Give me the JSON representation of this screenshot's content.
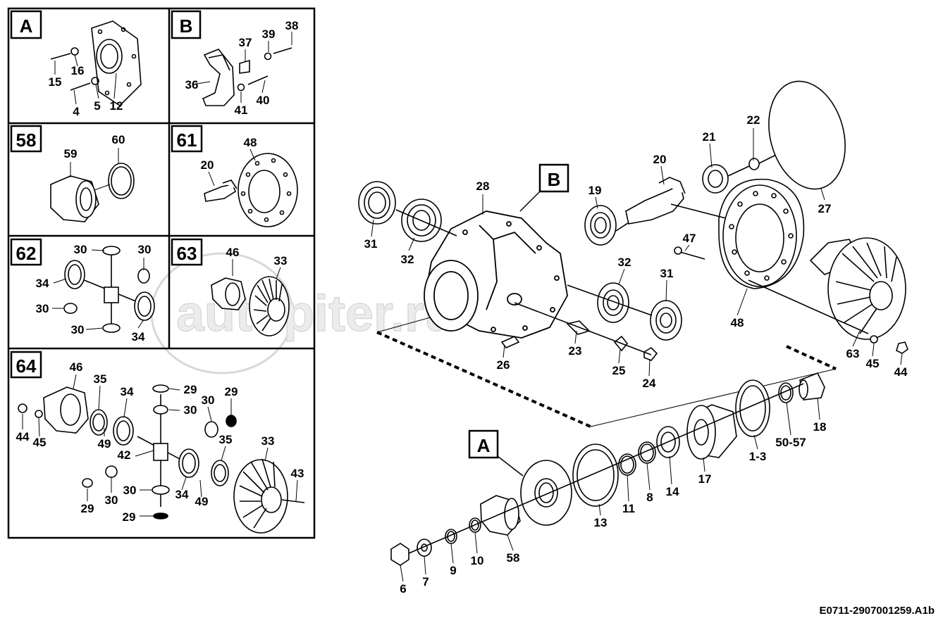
{
  "panels": [
    {
      "tag": "A",
      "labels": [
        "15",
        "16",
        "12",
        "4",
        "5"
      ]
    },
    {
      "tag": "B",
      "labels": [
        "38",
        "37",
        "39",
        "36",
        "41",
        "40"
      ]
    },
    {
      "tag": "58",
      "labels": [
        "60",
        "59"
      ]
    },
    {
      "tag": "61",
      "labels": [
        "48",
        "20"
      ]
    },
    {
      "tag": "62",
      "labels": [
        "30",
        "30",
        "34",
        "30",
        "30",
        "34"
      ]
    },
    {
      "tag": "63",
      "labels": [
        "46",
        "33"
      ]
    },
    {
      "tag": "64",
      "labels": [
        "46",
        "35",
        "34",
        "29",
        "30",
        "29",
        "30",
        "44",
        "45",
        "49",
        "42",
        "35",
        "33",
        "43",
        "29",
        "30",
        "30",
        "34",
        "49",
        "29"
      ]
    }
  ],
  "main": {
    "callout_B": "B",
    "callout_A": "A",
    "labels": [
      "28",
      "31",
      "32",
      "19",
      "20",
      "21",
      "22",
      "27",
      "47",
      "32",
      "31",
      "48",
      "23",
      "26",
      "25",
      "24",
      "63",
      "45",
      "44",
      "13",
      "11",
      "8",
      "14",
      "17",
      "1-3",
      "50-57",
      "18",
      "6",
      "7",
      "9",
      "10",
      "58"
    ]
  },
  "watermark": "autopiter.ru",
  "footer": "E0711-2907001259.A1b"
}
